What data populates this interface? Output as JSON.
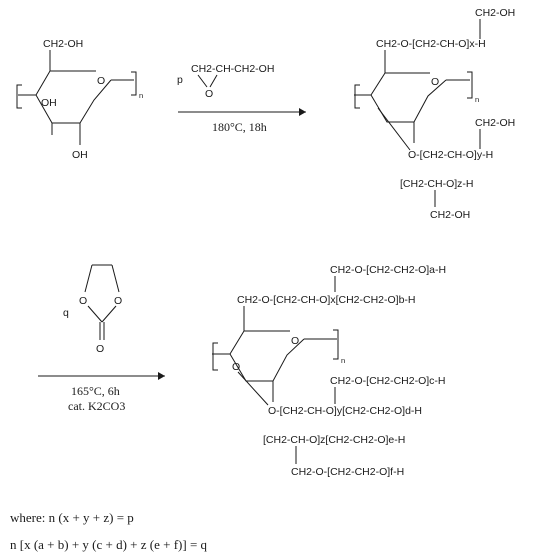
{
  "reaction1": {
    "reagent_coefficient": "p",
    "reagent_formula": "CH2-CH-CH2-OH",
    "reagent_ring_o": "O",
    "conditions": "180°C, 18h",
    "start_group": "CH2-OH",
    "start_oh1": "OH",
    "start_oh2": "OH",
    "ring_o": "O",
    "subscript_n": "n",
    "chain_top": "CH2-O-[CH2-CH-O]x-H",
    "chain_top_pendant": "CH2-OH",
    "chain_mid": "O-[CH2-CH-O]y-H",
    "chain_mid_pendant": "CH2-OH",
    "chain_bottom": "[CH2-CH-O]z-H",
    "chain_bottom_pendant": "CH2-OH"
  },
  "reaction2": {
    "reagent_coefficient": "q",
    "reagent_name_atoms": [
      "O",
      "O",
      "O"
    ],
    "conditions_line1": "165°C, 6h",
    "conditions_line2": "cat. K2CO3",
    "chain_a": "CH2-O-[CH2-CH2-O]a-H",
    "chain_x_b": "CH2-O-[CH2-CH-O]x[CH2-CH2-O]b-H",
    "chain_c": "CH2-O-[CH2-CH2-O]c-H",
    "chain_y_d": "O-[CH2-CH-O]y[CH2-CH2-O]d-H",
    "chain_z_e": "[CH2-CH-O]z[CH2-CH2-O]e-H",
    "chain_f": "CH2-O-[CH2-CH2-O]f-H",
    "subscript_n": "n"
  },
  "equations": {
    "line1": "where: n (x + y + z) = p",
    "line2": "n [x (a + b) + y (c + d) + z (e + f)] = q"
  }
}
